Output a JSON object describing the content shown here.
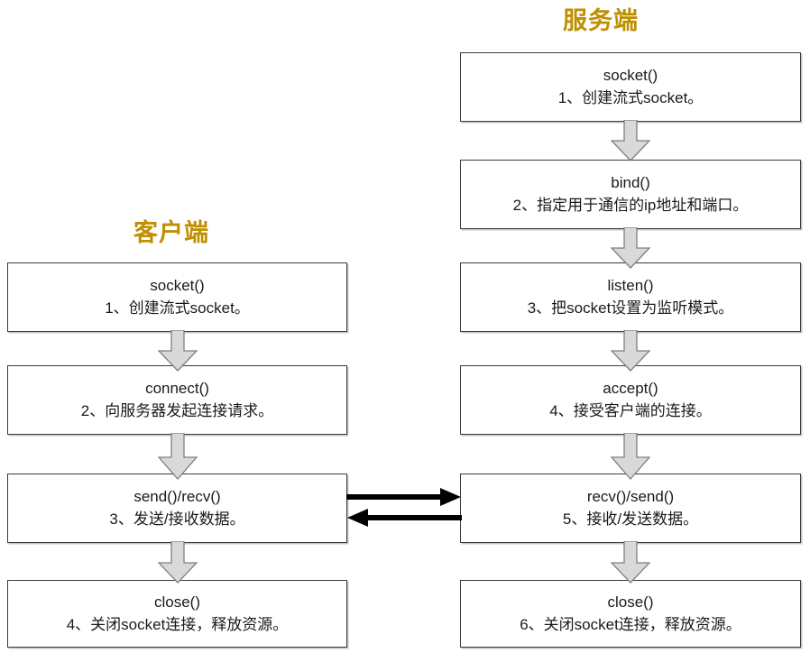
{
  "diagram": {
    "title_colors": {
      "heading": "#BF8F00",
      "box_border": "#3B3B3B",
      "block_arrow_fill": "#D9D9D9",
      "block_arrow_stroke": "#7F7F7F",
      "message_arrow": "#000000"
    },
    "columns": [
      {
        "id": "client",
        "heading": "客户端",
        "steps": [
          {
            "fn": "socket()",
            "desc": "1、创建流式socket。"
          },
          {
            "fn": "connect()",
            "desc": "2、向服务器发起连接请求。"
          },
          {
            "fn": "send()/recv()",
            "desc": "3、发送/接收数据。"
          },
          {
            "fn": "close()",
            "desc": "4、关闭socket连接，释放资源。"
          }
        ]
      },
      {
        "id": "server",
        "heading": "服务端",
        "steps": [
          {
            "fn": "socket()",
            "desc": "1、创建流式socket。"
          },
          {
            "fn": "bind()",
            "desc": "2、指定用于通信的ip地址和端口。"
          },
          {
            "fn": "listen()",
            "desc": "3、把socket设置为监听模式。"
          },
          {
            "fn": "accept()",
            "desc": "4、接受客户端的连接。"
          },
          {
            "fn": "recv()/send()",
            "desc": "5、接收/发送数据。"
          },
          {
            "fn": "close()",
            "desc": "6、关闭socket连接，释放资源。"
          }
        ]
      }
    ],
    "message_arrows": [
      {
        "id": "client-to-server",
        "direction": "right"
      },
      {
        "id": "server-to-client",
        "direction": "left"
      }
    ]
  }
}
